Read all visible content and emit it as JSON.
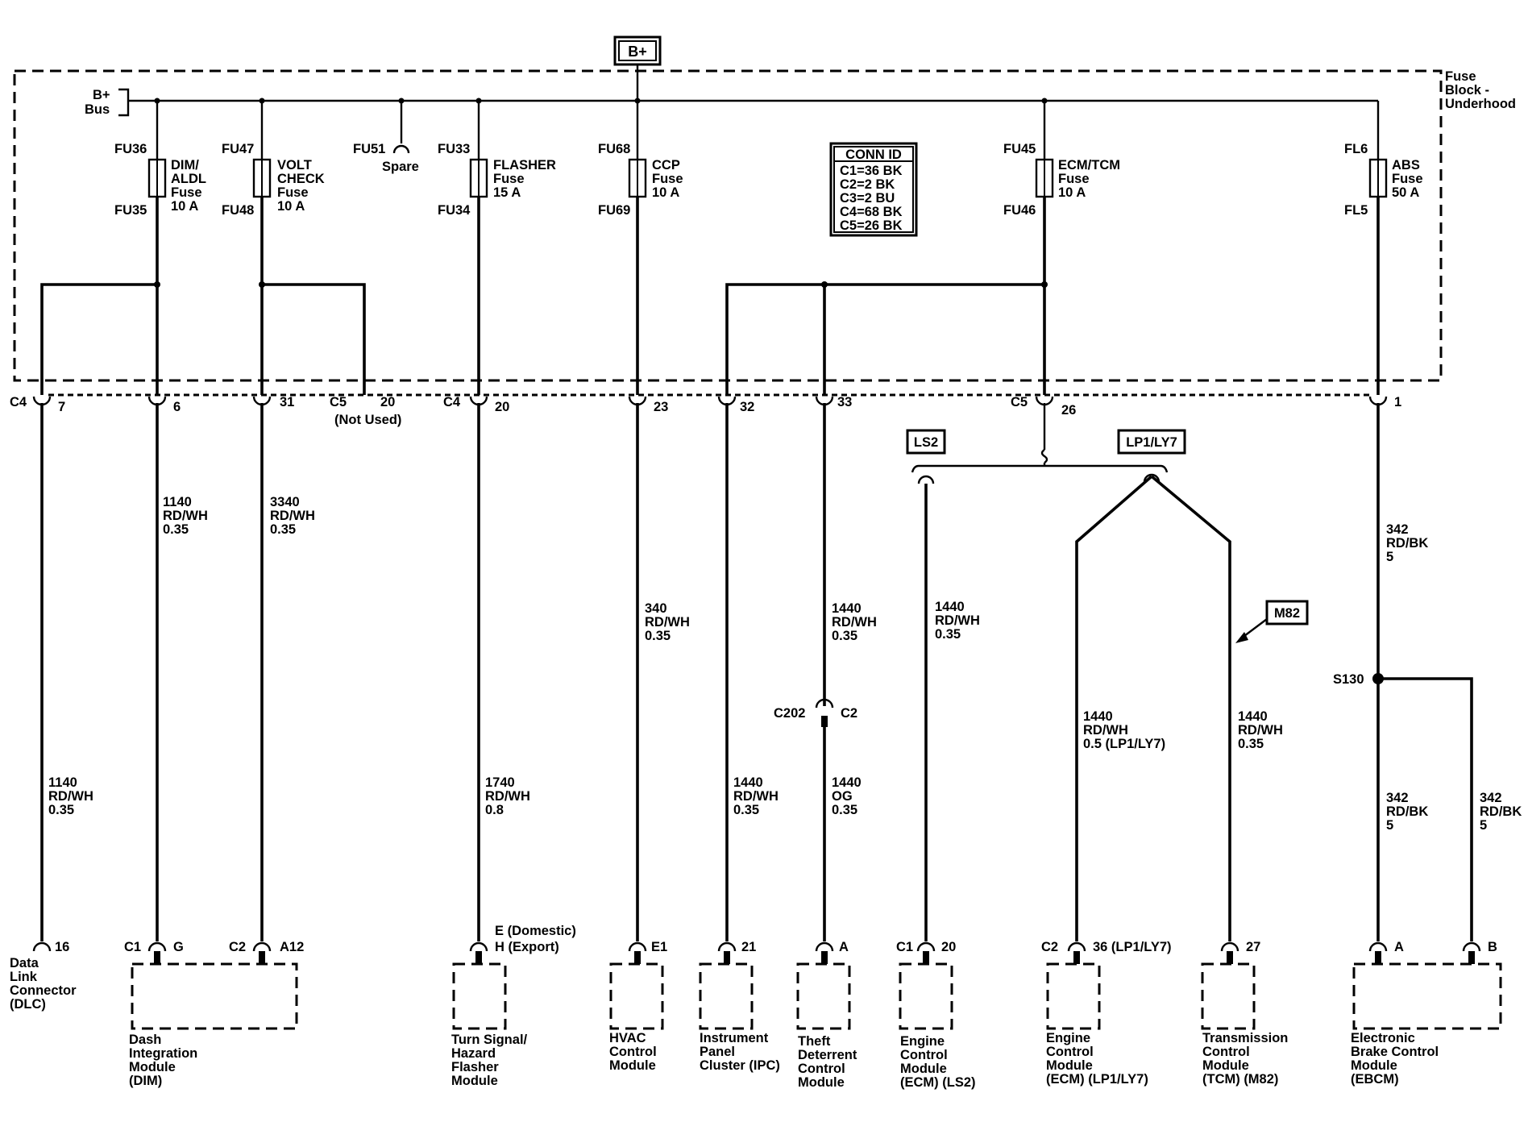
{
  "source": "B+",
  "fuse_block": {
    "title": [
      "Fuse",
      "Block -",
      "Underhood"
    ],
    "bus": [
      "B+",
      "Bus"
    ]
  },
  "fuses": [
    {
      "id": "fu36",
      "top": "FU36",
      "bottom": "FU35",
      "label": [
        "DIM/",
        "ALDL",
        "Fuse",
        "10 A"
      ]
    },
    {
      "id": "fu47",
      "top": "FU47",
      "bottom": "FU48",
      "label": [
        "VOLT",
        "CHECK",
        "Fuse",
        "10 A"
      ]
    },
    {
      "id": "fu51",
      "top": "FU51",
      "label": [
        "Spare"
      ]
    },
    {
      "id": "fu33",
      "top": "FU33",
      "bottom": "FU34",
      "label": [
        "FLASHER",
        "Fuse",
        "15 A"
      ]
    },
    {
      "id": "fu68",
      "top": "FU68",
      "bottom": "FU69",
      "label": [
        "CCP",
        "Fuse",
        "10 A"
      ]
    },
    {
      "id": "fu45",
      "top": "FU45",
      "bottom": "FU46",
      "label": [
        "ECM/TCM",
        "Fuse",
        "10 A"
      ]
    },
    {
      "id": "fl6",
      "top": "FL6",
      "bottom": "FL5",
      "label": [
        "ABS",
        "Fuse",
        "50 A"
      ]
    }
  ],
  "conn_id": {
    "title": "CONN ID",
    "rows": [
      "C1=36 BK",
      "C2=2 BK",
      "C3=2 BU",
      "C4=68 BK",
      "C5=26 BK"
    ]
  },
  "connectors": [
    {
      "id": "c4-7",
      "name": "C4",
      "pin": "7"
    },
    {
      "id": "c4-6",
      "pin": "6"
    },
    {
      "id": "c4-31",
      "pin": "31"
    },
    {
      "id": "c5-20",
      "name": "C5",
      "pin": "20",
      "note": "(Not Used)"
    },
    {
      "id": "c4-20",
      "name": "C4",
      "pin": "20"
    },
    {
      "id": "c4-23",
      "pin": "23"
    },
    {
      "id": "c4-32",
      "pin": "32"
    },
    {
      "id": "c4-33",
      "pin": "33"
    },
    {
      "id": "c5-26",
      "name": "C5",
      "pin": "26"
    },
    {
      "id": "c5-1",
      "pin": "1"
    }
  ],
  "options": {
    "ls2": "LS2",
    "lp1": "LP1/LY7",
    "m82": "M82"
  },
  "wires": [
    {
      "id": "w1",
      "lines": [
        "1140",
        "RD/WH",
        "0.35"
      ]
    },
    {
      "id": "w2",
      "lines": [
        "1140",
        "RD/WH",
        "0.35"
      ]
    },
    {
      "id": "w3",
      "lines": [
        "3340",
        "RD/WH",
        "0.35"
      ]
    },
    {
      "id": "w4",
      "lines": [
        "1740",
        "RD/WH",
        "0.8"
      ]
    },
    {
      "id": "w5",
      "lines": [
        "340",
        "RD/WH",
        "0.35"
      ]
    },
    {
      "id": "w6",
      "lines": [
        "1440",
        "RD/WH",
        "0.35"
      ]
    },
    {
      "id": "w7",
      "lines": [
        "1440",
        "RD/WH",
        "0.35"
      ]
    },
    {
      "id": "w8",
      "lines": [
        "1440",
        "OG",
        "0.35"
      ]
    },
    {
      "id": "w9",
      "lines": [
        "1440",
        "RD/WH",
        "0.35"
      ]
    },
    {
      "id": "w10",
      "lines": [
        "1440",
        "RD/WH",
        "0.5 (LP1/LY7)"
      ]
    },
    {
      "id": "w11",
      "lines": [
        "1440",
        "RD/WH",
        "0.35"
      ]
    },
    {
      "id": "w12",
      "lines": [
        "342",
        "RD/BK",
        "5"
      ]
    },
    {
      "id": "w13",
      "lines": [
        "342",
        "RD/BK",
        "5"
      ]
    },
    {
      "id": "w14",
      "lines": [
        "342",
        "RD/BK",
        "5"
      ]
    }
  ],
  "inline_connector": {
    "left": "C202",
    "right": "C2"
  },
  "splice": "S130",
  "modules": [
    {
      "id": "dlc",
      "conn": "",
      "pin": "16",
      "label": [
        "Data",
        "Link",
        "Connector",
        "(DLC)"
      ]
    },
    {
      "id": "dim",
      "conn": "C1",
      "pin": "G",
      "pin2_conn": "C2",
      "pin2": "A12",
      "label": [
        "Dash",
        "Integration",
        "Module",
        "(DIM)"
      ]
    },
    {
      "id": "flasher",
      "pin_lines": [
        "E (Domestic)",
        "H (Export)"
      ],
      "label": [
        "Turn Signal/",
        "Hazard",
        "Flasher",
        "Module"
      ]
    },
    {
      "id": "hvac",
      "pin": "E1",
      "label": [
        "HVAC",
        "Control",
        "Module"
      ]
    },
    {
      "id": "ipc",
      "pin": "21",
      "label": [
        "Instrument",
        "Panel",
        "Cluster (IPC)"
      ]
    },
    {
      "id": "theft",
      "pin": "A",
      "label": [
        "Theft",
        "Deterrent",
        "Control",
        "Module"
      ]
    },
    {
      "id": "ecm-ls2",
      "conn": "C1",
      "pin": "20",
      "label": [
        "Engine",
        "Control",
        "Module",
        "(ECM) (LS2)"
      ]
    },
    {
      "id": "ecm-lp1",
      "conn": "C2",
      "pin": "36 (LP1/LY7)",
      "label": [
        "Engine",
        "Control",
        "Module",
        "(ECM) (LP1/LY7)"
      ]
    },
    {
      "id": "tcm",
      "pin": "27",
      "label": [
        "Transmission",
        "Control",
        "Module",
        "(TCM) (M82)"
      ]
    },
    {
      "id": "ebcm",
      "pin": "A",
      "pin2": "B",
      "label": [
        "Electronic",
        "Brake Control",
        "Module",
        "(EBCM)"
      ]
    }
  ]
}
